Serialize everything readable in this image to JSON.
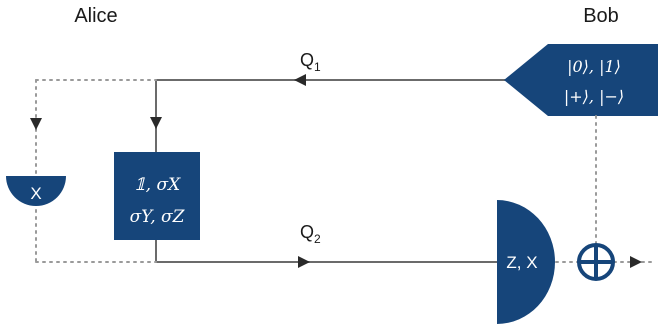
{
  "parties": {
    "alice": "Alice",
    "bob": "Bob"
  },
  "channels": {
    "q1": {
      "main": "Q",
      "sub": "1"
    },
    "q2": {
      "main": "Q",
      "sub": "2"
    }
  },
  "source_states": {
    "line1": "|0⟩, |1⟩",
    "line2": "|+⟩, |−⟩"
  },
  "alice_measurement": "X",
  "unitaries": {
    "line1": "𝟙, σX",
    "line2": "σY, σZ"
  },
  "bob_measurement": "Z, X",
  "colors": {
    "node_fill": "#16457a",
    "line": "#6b6b6b",
    "dotted": "#9a9a9a",
    "arrow": "#2a2a2a"
  }
}
